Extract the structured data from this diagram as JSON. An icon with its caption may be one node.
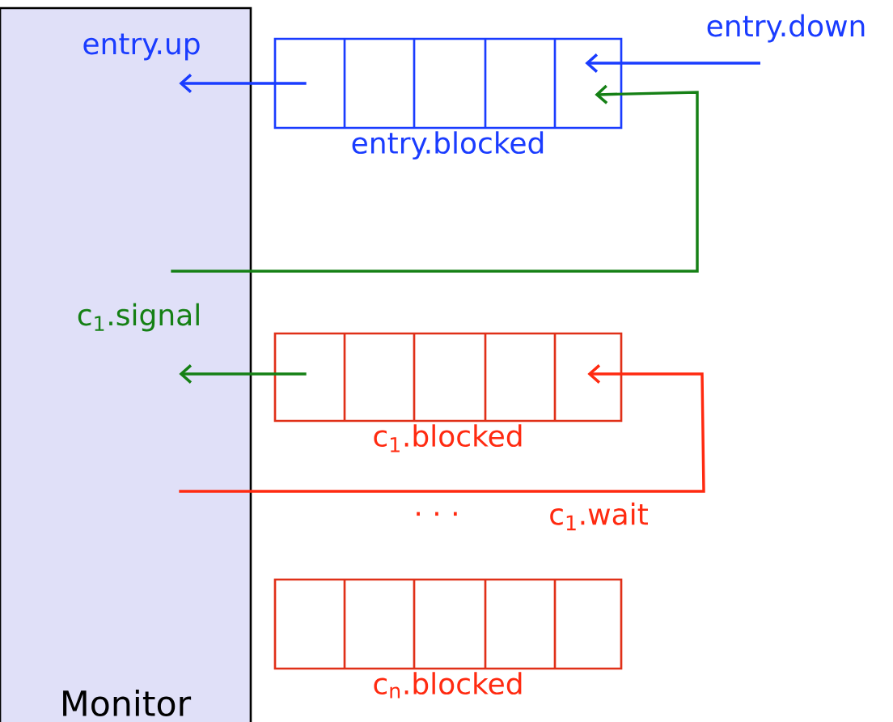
{
  "diagram": {
    "nodes": [
      {
        "text": [
          "Monitor"
        ]
      },
      {
        "text": [
          "entry.blocked"
        ]
      },
      {
        "text": [
          "c$_{1}$.blocked"
        ]
      },
      {
        "text": [
          "c$_{n}$.blocked"
        ]
      }
    ],
    "edges": [
      {
        "from": 1,
        "to": 0,
        "arrow": "to",
        "label": "entry.up",
        "color": "#1a3cff"
      },
      {
        "from": null,
        "to": 1,
        "arrow": "to",
        "label": "entry.down",
        "color": "#1a3cff"
      },
      {
        "from": 0,
        "to": 1,
        "arrow": "to",
        "color": "#158015"
      },
      {
        "from": 2,
        "to": 0,
        "arrow": "to",
        "label": "c$_{1}$.signal",
        "color": "#158015"
      },
      {
        "from": 0,
        "to": 2,
        "arrow": "to",
        "label": "c$_{1}$.wait",
        "color": "#ff2a10"
      }
    ],
    "labels": [
      "· · ·"
    ]
  }
}
